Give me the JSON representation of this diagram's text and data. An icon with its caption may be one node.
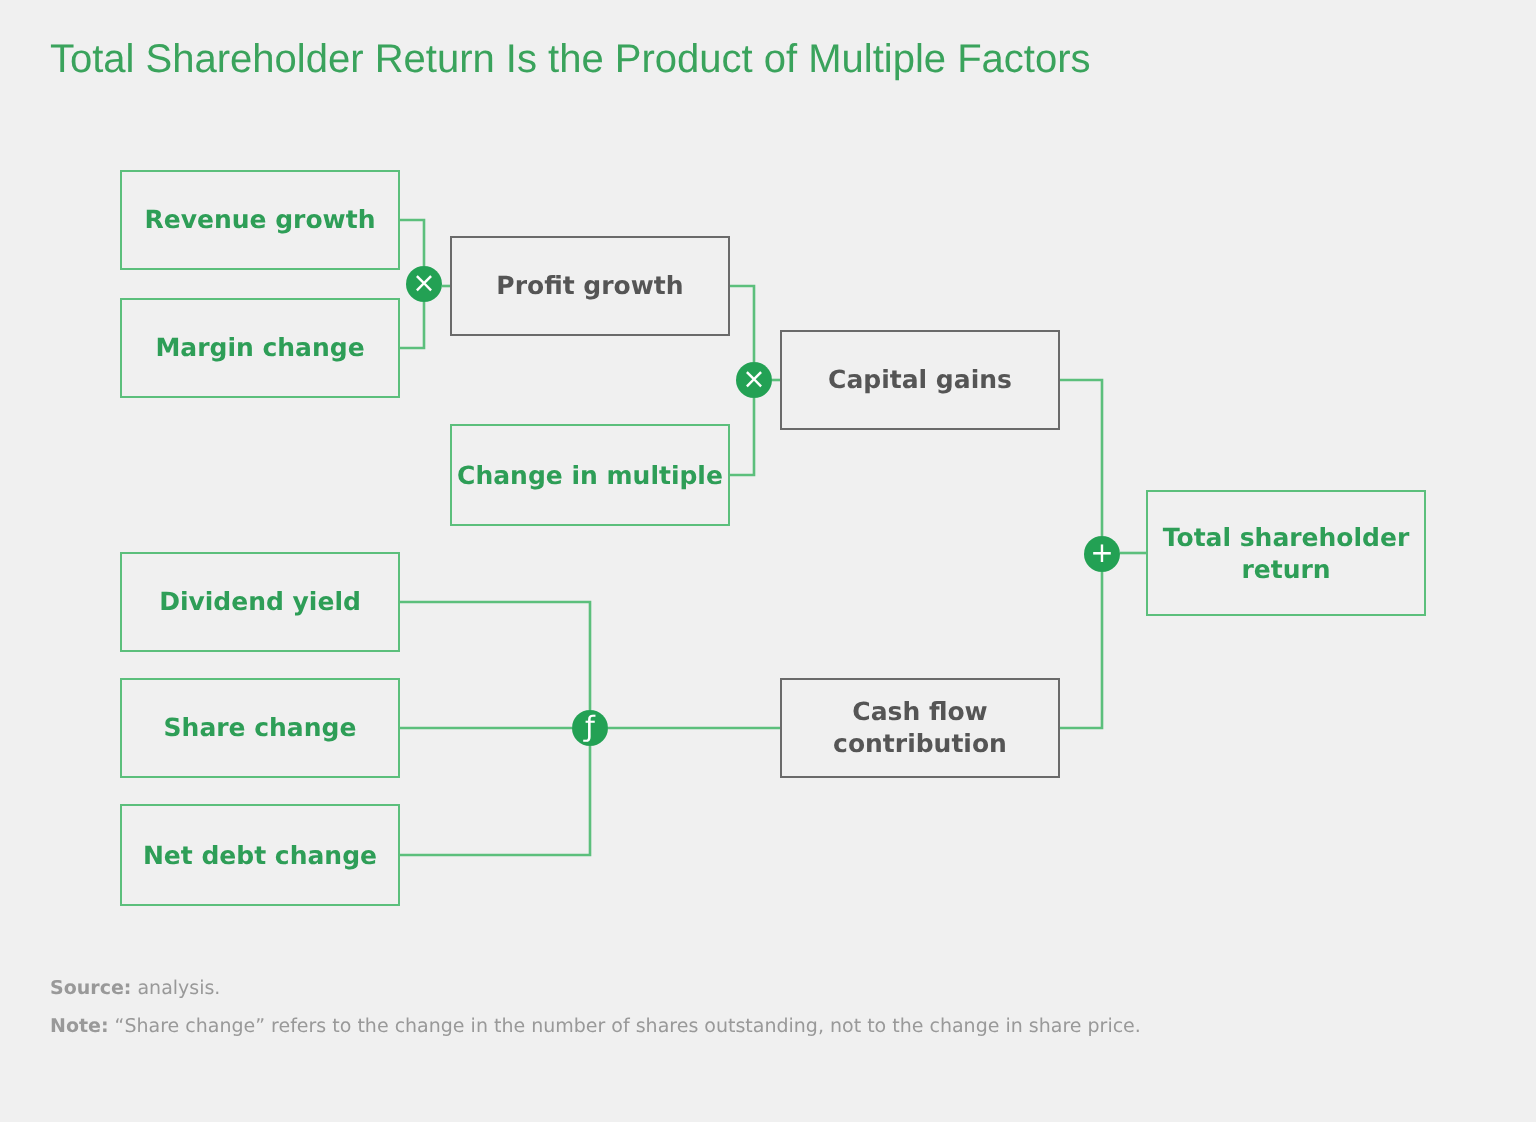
{
  "diagram": {
    "title": "Total Shareholder Return Is the Product of Multiple Factors",
    "nodes": [
      {
        "text": [
          "Revenue growth"
        ]
      },
      {
        "text": [
          "Margin change"
        ]
      },
      {
        "text": [
          "×"
        ]
      },
      {
        "text": [
          "Profit growth"
        ]
      },
      {
        "text": [
          "×"
        ]
      },
      {
        "text": [
          "Capital gains"
        ]
      },
      {
        "text": [
          "Change in multiple"
        ]
      },
      {
        "text": [
          "+"
        ]
      },
      {
        "text": [
          "Total shareholder return"
        ]
      },
      {
        "text": [
          "Dividend yield"
        ]
      },
      {
        "text": [
          "Share change"
        ]
      },
      {
        "text": [
          "ƒ"
        ]
      },
      {
        "text": [
          "Net debt change"
        ]
      },
      {
        "text": [
          "Cash flow contribution"
        ]
      }
    ],
    "edges": [
      {
        "from": 0,
        "to": 2,
        "arrow": "none"
      },
      {
        "from": 1,
        "to": 2,
        "arrow": "none"
      },
      {
        "from": 2,
        "to": 3,
        "arrow": "none"
      },
      {
        "from": 3,
        "to": 4,
        "arrow": "none"
      },
      {
        "from": 6,
        "to": 4,
        "arrow": "none"
      },
      {
        "from": 4,
        "to": 5,
        "arrow": "none"
      },
      {
        "from": 5,
        "to": 7,
        "arrow": "none"
      },
      {
        "from": 13,
        "to": 7,
        "arrow": "none"
      },
      {
        "from": 7,
        "to": 8,
        "arrow": "none"
      },
      {
        "from": 9,
        "to": 11,
        "arrow": "none"
      },
      {
        "from": 10,
        "to": 11,
        "arrow": "none"
      },
      {
        "from": 12,
        "to": 11,
        "arrow": "none"
      },
      {
        "from": 11,
        "to": 13,
        "arrow": "none"
      }
    ],
    "labels": [
      "**Source:** analysis.",
      "**Note:** “Share change” refers to the change in the number of shares outstanding, not to the change in share price."
    ]
  }
}
